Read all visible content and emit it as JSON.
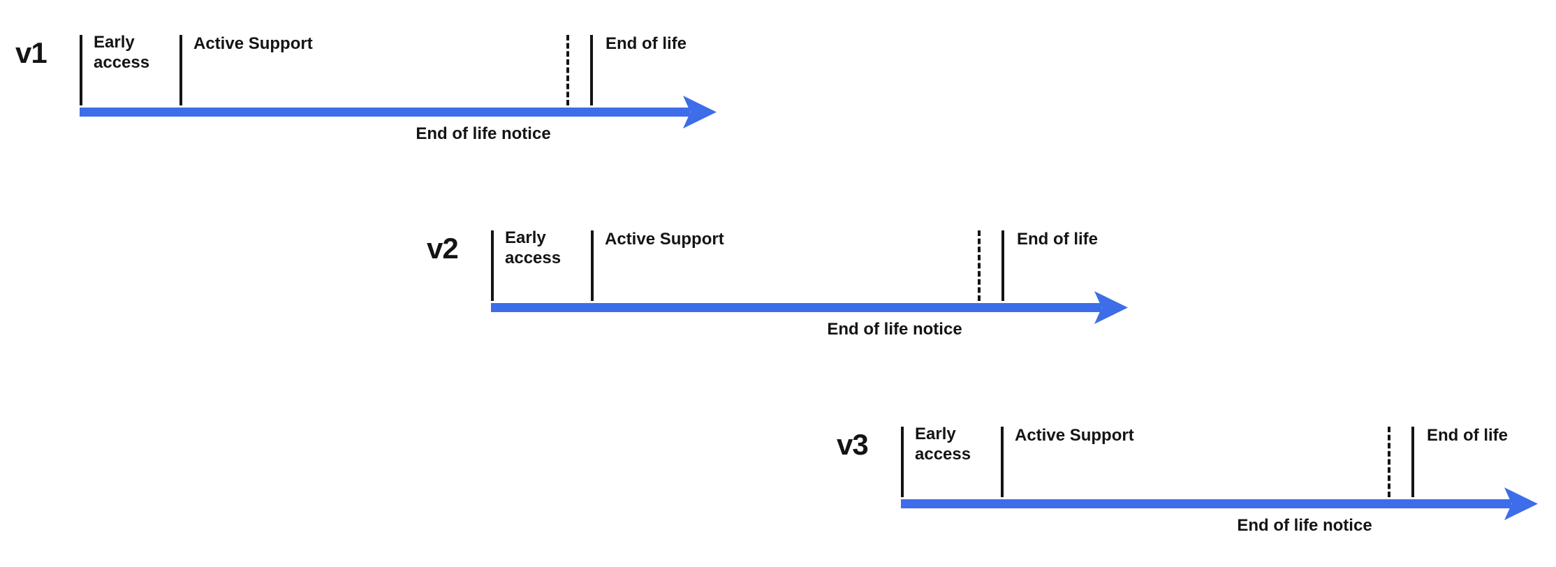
{
  "diagram": {
    "arrow_color": "#3D6DE8",
    "timelines": [
      {
        "version": "v1",
        "early_access": "Early access",
        "active_support": "Active Support",
        "end_of_life": "End of life",
        "end_of_life_notice": "End of life notice"
      },
      {
        "version": "v2",
        "early_access": "Early access",
        "active_support": "Active Support",
        "end_of_life": "End of life",
        "end_of_life_notice": "End of life notice"
      },
      {
        "version": "v3",
        "early_access": "Early access",
        "active_support": "Active Support",
        "end_of_life": "End of life",
        "end_of_life_notice": "End of life notice"
      }
    ]
  }
}
